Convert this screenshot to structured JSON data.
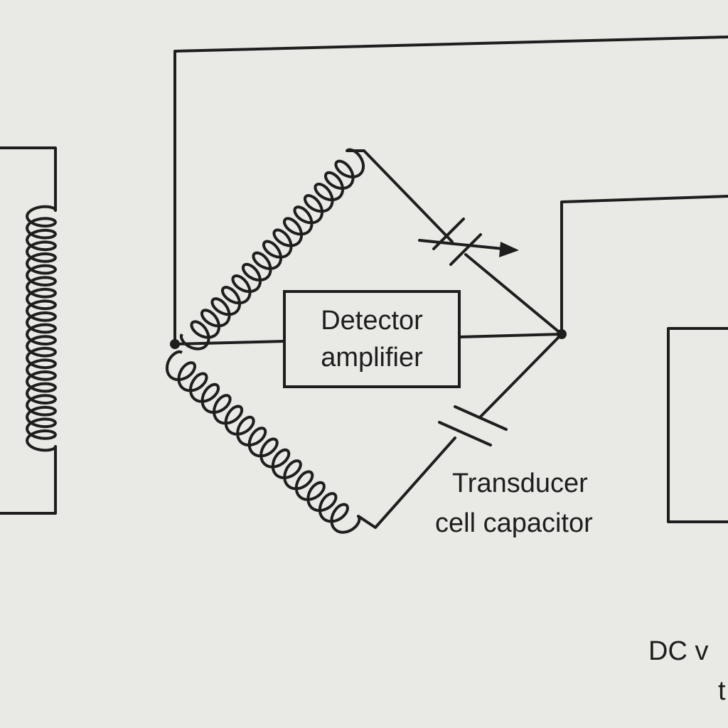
{
  "detector_box": {
    "line1": "Detector",
    "line2": "amplifier"
  },
  "capacitor_label": {
    "line1": "Transducer",
    "line2": "cell capacitor"
  },
  "dc_label": {
    "line1": "DC v",
    "line2": "t"
  },
  "colors": {
    "ink": "#1e1e1e",
    "paper": "#e9e9e5"
  }
}
